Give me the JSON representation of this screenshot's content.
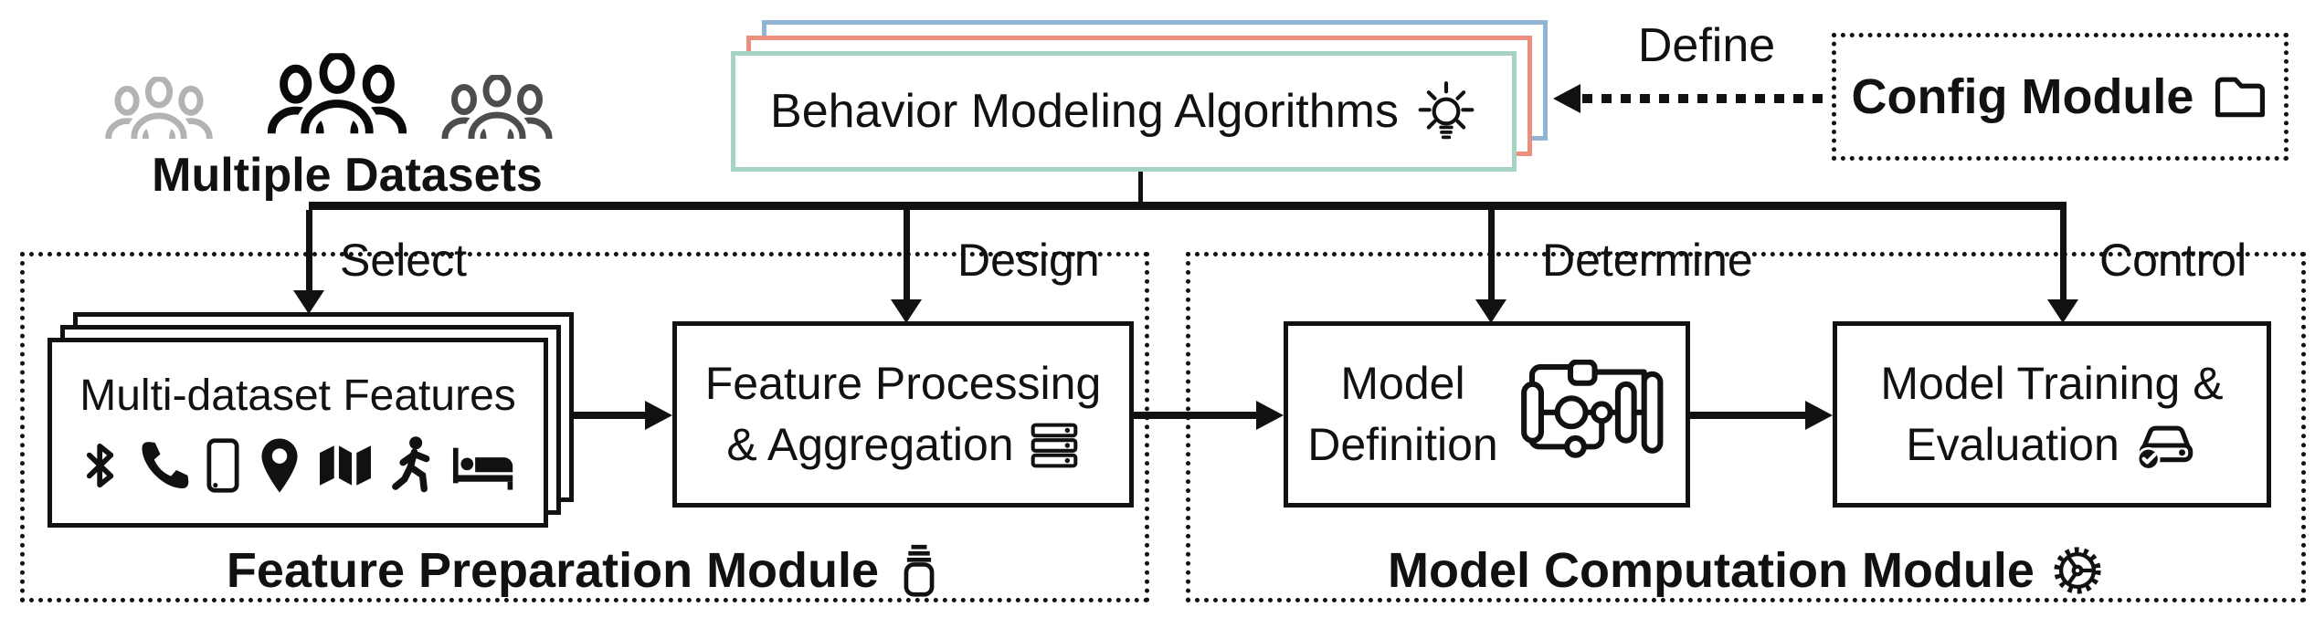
{
  "palette": {
    "ink": "#111111",
    "card_front_border": "#A7D3C5",
    "card_middle_border": "#ED8F7E",
    "card_back_border": "#90B4D5",
    "people_light_gray": "#B3B3B3",
    "people_black": "#0A0A0A",
    "people_dark_gray": "#4D4D4D"
  },
  "datasets": {
    "label": "Multiple Datasets"
  },
  "algorithms": {
    "label": "Behavior Modeling Algorithms",
    "icon": "lightbulb-icon"
  },
  "config": {
    "label": "Config Module",
    "icon": "folder-icon",
    "edge_label": "Define"
  },
  "edge_labels": {
    "select": "Select",
    "design": "Design",
    "determine": "Determine",
    "control": "Control"
  },
  "feature_module": {
    "title": "Feature Preparation Module",
    "icon": "jar-icon",
    "features_card": {
      "label": "Multi-dataset Features",
      "icons": [
        "bluetooth-icon",
        "phone-icon",
        "smartphone-icon",
        "location-pin-icon",
        "map-icon",
        "walking-person-icon",
        "bed-icon"
      ]
    },
    "processing": {
      "line1": "Feature Processing",
      "line2": "& Aggregation",
      "icon": "server-icon"
    }
  },
  "model_module": {
    "title": "Model Computation Module",
    "icon": "gear-icon",
    "definition": {
      "line1": "Model",
      "line2": "Definition",
      "icon": "pipeline-icon"
    },
    "training": {
      "line1": "Model Training &",
      "line2": "Evaluation",
      "icon": "storage-check-icon"
    }
  }
}
